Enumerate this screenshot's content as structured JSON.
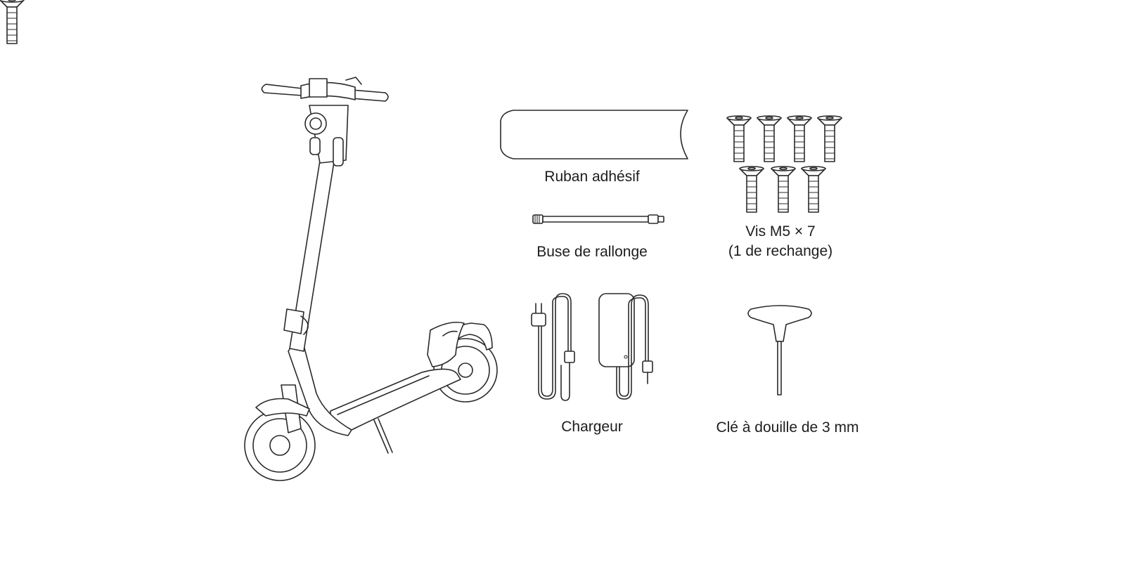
{
  "items": {
    "tape": {
      "label": "Ruban adhésif"
    },
    "nozzle": {
      "label": "Buse de rallonge"
    },
    "screws": {
      "label_line1": "Vis M5 × 7",
      "label_line2": "(1 de rechange)"
    },
    "charger": {
      "label": "Chargeur"
    },
    "wrench": {
      "label": "Clé à douille de 3 mm"
    }
  }
}
